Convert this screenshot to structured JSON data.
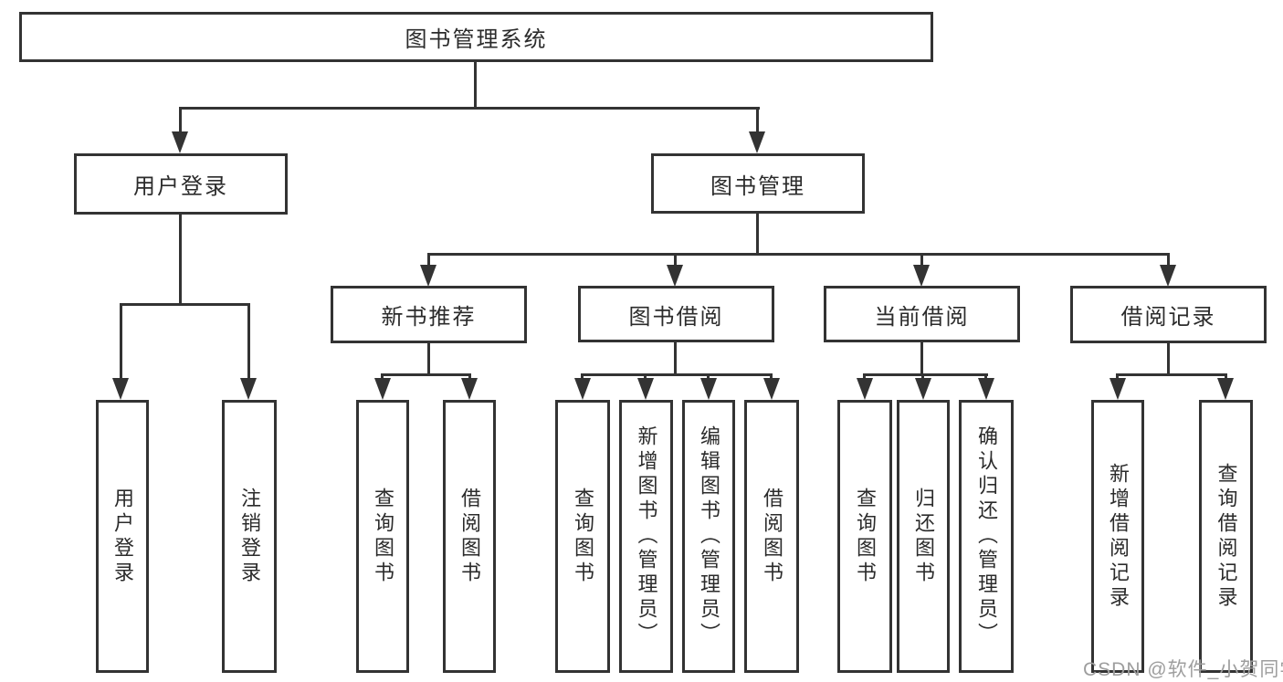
{
  "diagram": {
    "type": "hierarchy-tree",
    "colors": {
      "line": "#333333",
      "box_border": "#333333",
      "text": "#2b2b2b",
      "background": "#ffffff",
      "watermark": "#9e9e9e"
    },
    "tree": {
      "label": "图书管理系统",
      "children": [
        {
          "label": "用户登录",
          "children": [
            {
              "label": "用户登录"
            },
            {
              "label": "注销登录"
            }
          ]
        },
        {
          "label": "图书管理",
          "children": [
            {
              "label": "新书推荐",
              "children": [
                {
                  "label": "查询图书"
                },
                {
                  "label": "借阅图书"
                }
              ]
            },
            {
              "label": "图书借阅",
              "children": [
                {
                  "label": "查询图书"
                },
                {
                  "label": "新增图书（管理员）"
                },
                {
                  "label": "编辑图书（管理员）"
                },
                {
                  "label": "借阅图书"
                }
              ]
            },
            {
              "label": "当前借阅",
              "children": [
                {
                  "label": "查询图书"
                },
                {
                  "label": "归还图书"
                },
                {
                  "label": "确认归还（管理员）"
                }
              ]
            },
            {
              "label": "借阅记录",
              "children": [
                {
                  "label": "新增借阅记录"
                },
                {
                  "label": "查询借阅记录"
                }
              ]
            }
          ]
        }
      ]
    },
    "watermark": {
      "text": "CSDN @软件_小贺同学"
    }
  }
}
